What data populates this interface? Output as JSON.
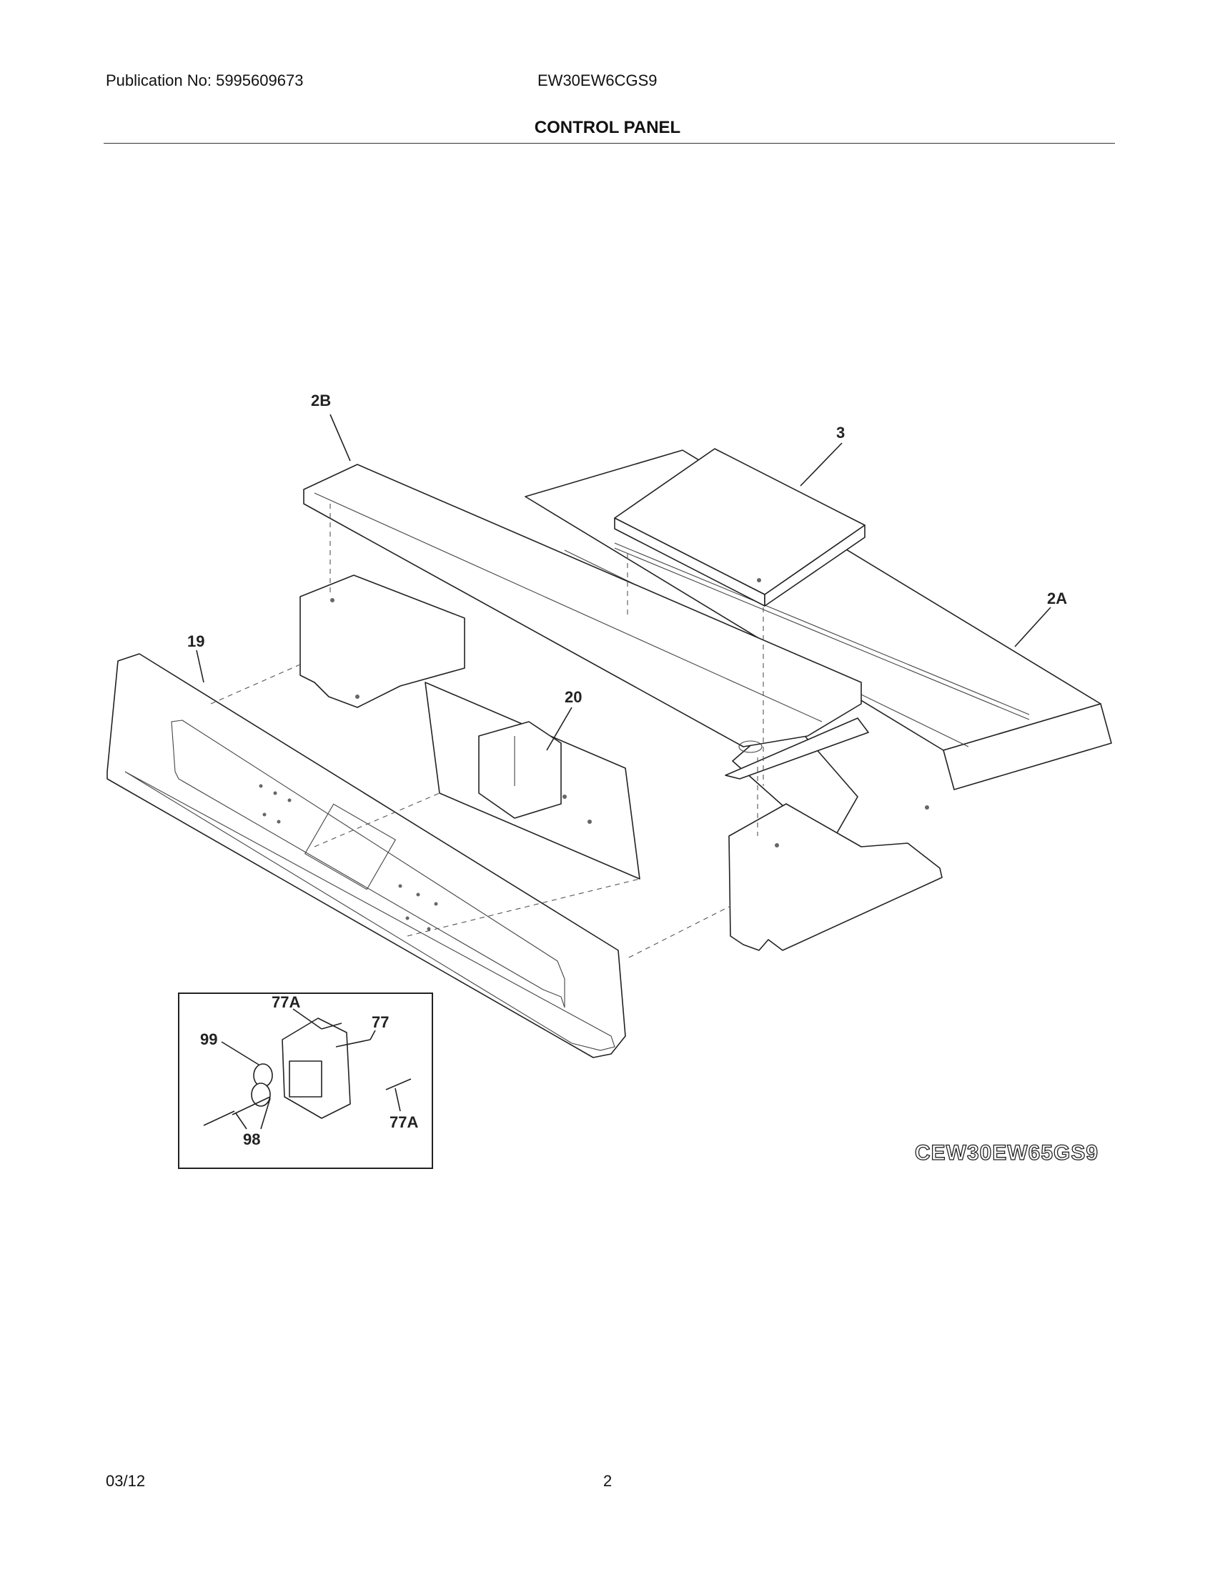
{
  "header": {
    "publication": "Publication No: 5995609673",
    "model": "EW30EW6CGS9",
    "section_title": "CONTROL PANEL"
  },
  "diagram": {
    "callouts": {
      "panel_2b": "2B",
      "board_3": "3",
      "panel_2a": "2A",
      "panel_19": "19",
      "board_20": "20",
      "screw_77a_top": "77A",
      "part_77": "77",
      "part_99": "99",
      "screw_77a_bottom": "77A",
      "screw_98": "98"
    },
    "variant_label": "CEW30EW65GS9"
  },
  "footer": {
    "date": "03/12",
    "page_number": "2"
  }
}
